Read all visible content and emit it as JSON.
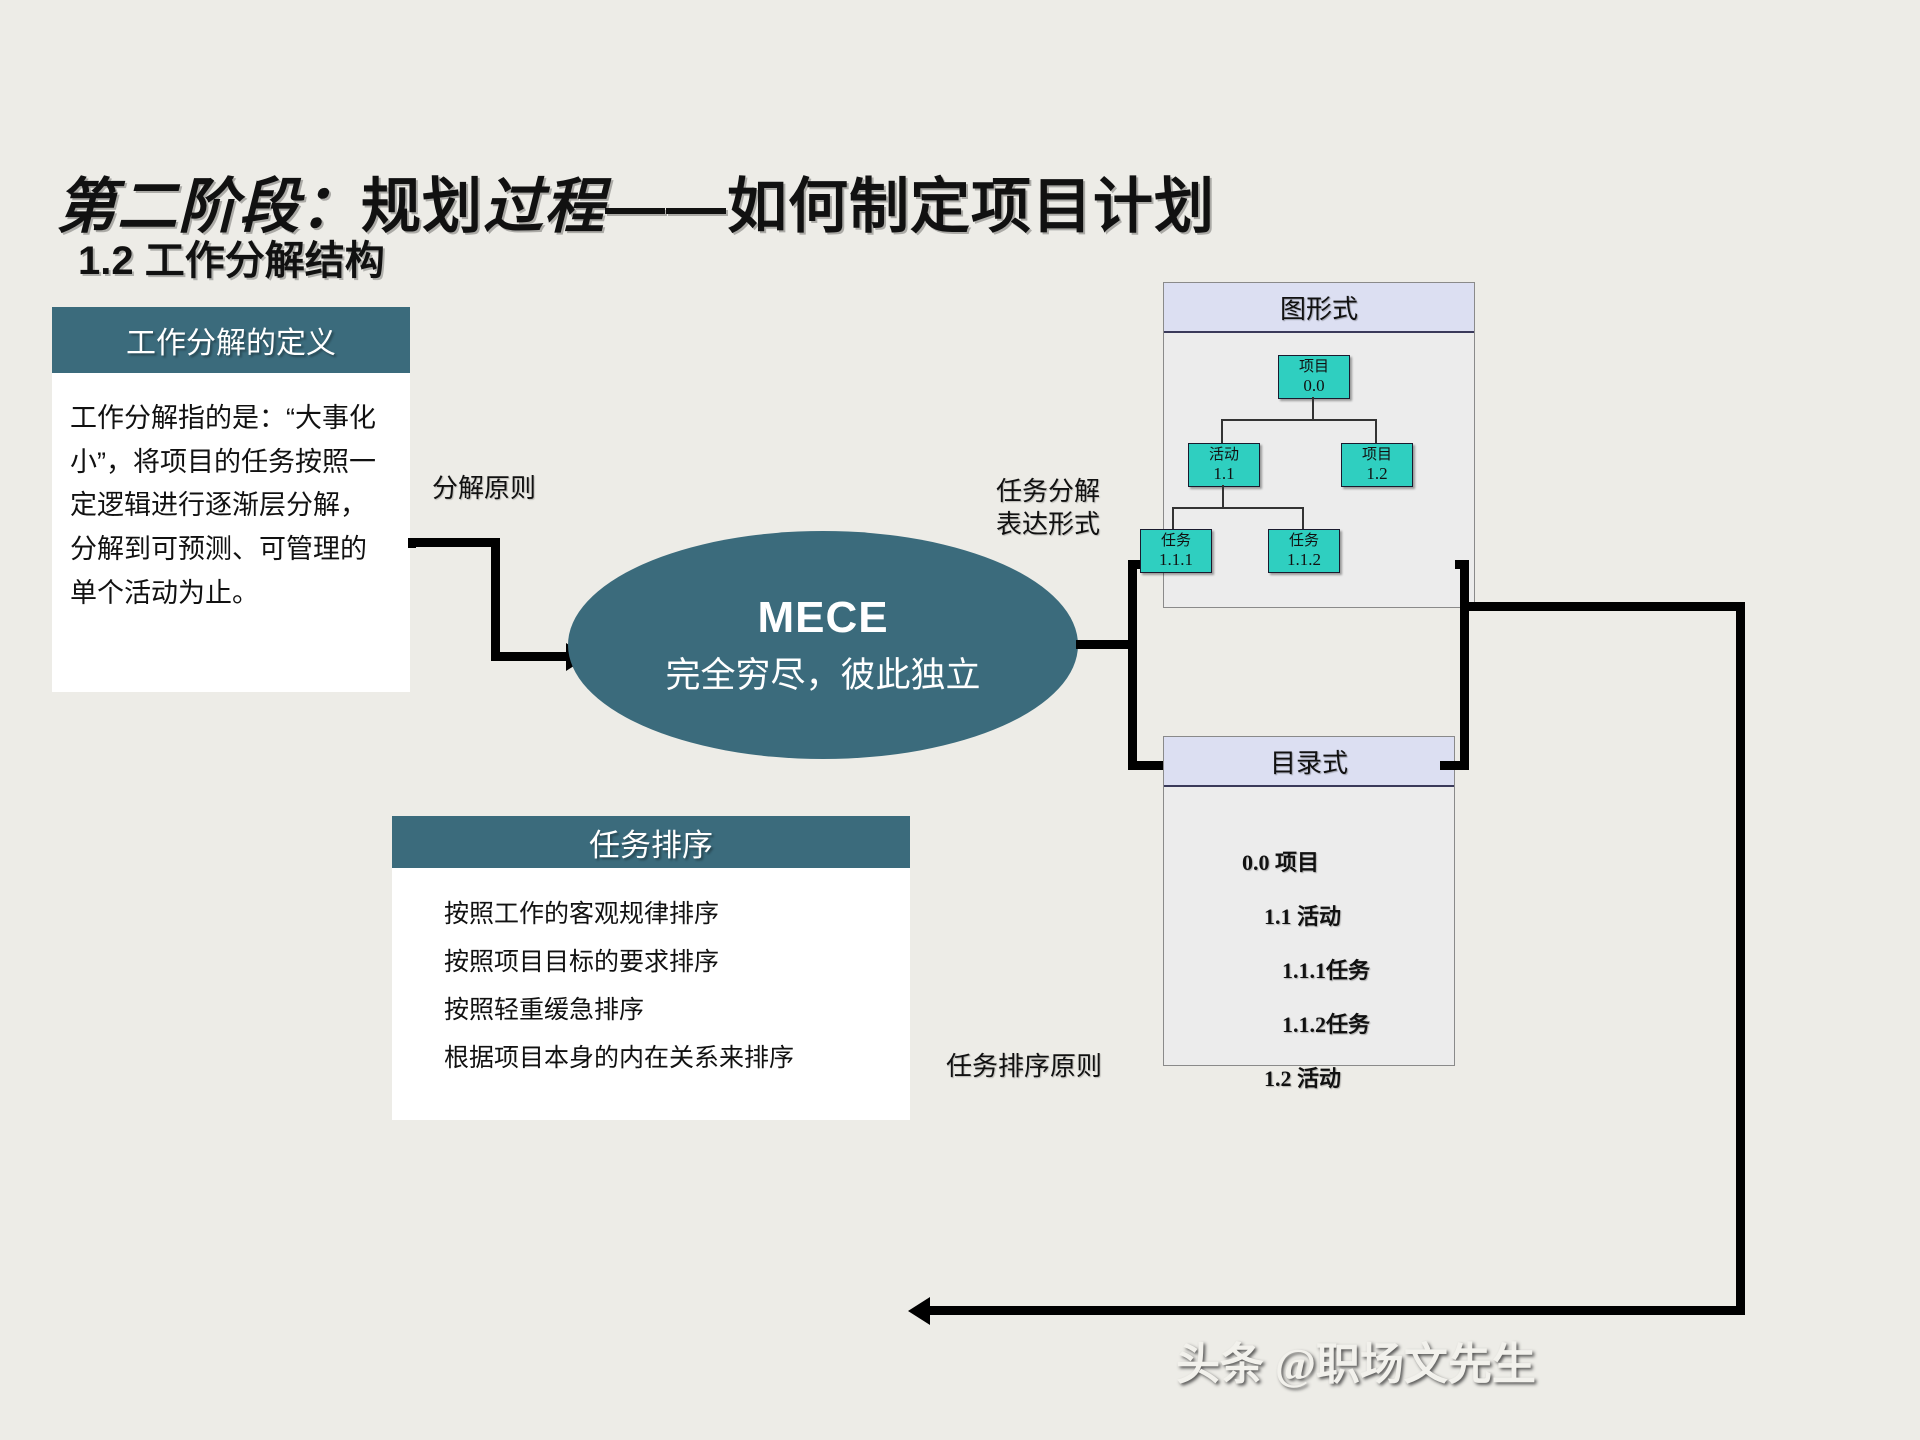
{
  "slide": {
    "background_color": "#edece7",
    "accent_color": "#3b6b7c",
    "node_color": "#2fcfc0",
    "panel_header_color": "#dcdff2",
    "title_part1": "第二阶段：",
    "title_part2": "规划",
    "title_part3": "过程",
    "title_part4": "——如何制定项目计划",
    "subtitle": "1.2 工作分解结构"
  },
  "definition_card": {
    "header": "工作分解的定义",
    "body": "工作分解指的是：“大事化小”，将项目的任务按照一定逻辑进行逐渐层分解，分解到可预测、可管理的单个活动为止。"
  },
  "mece": {
    "title": "MECE",
    "subtitle": "完全穷尽，彼此独立"
  },
  "connectors": {
    "principle_label": "分解原则",
    "express_label_line1": "任务分解",
    "express_label_line2": "表达形式",
    "order_principle_label": "任务排序原则"
  },
  "order_card": {
    "header": "任务排序",
    "items": [
      "按照工作的客观规律排序",
      "按照项目目标的要求排序",
      "按照轻重缓急排序",
      "根据项目本身的内在关系来排序"
    ]
  },
  "wbs_graph": {
    "header": "图形式",
    "nodes": [
      {
        "label": "项目",
        "code": "0.0"
      },
      {
        "label": "活动",
        "code": "1.1"
      },
      {
        "label": "项目",
        "code": "1.2"
      },
      {
        "label": "任务",
        "code": "1.1.1"
      },
      {
        "label": "任务",
        "code": "1.1.2"
      }
    ]
  },
  "wbs_list": {
    "header": "目录式",
    "items": [
      "0.0 项目",
      "1.1 活动",
      "1.1.1任务",
      "1.1.2任务",
      "1.2 活动"
    ]
  },
  "watermark": {
    "text": "头条 @职场文先生"
  }
}
